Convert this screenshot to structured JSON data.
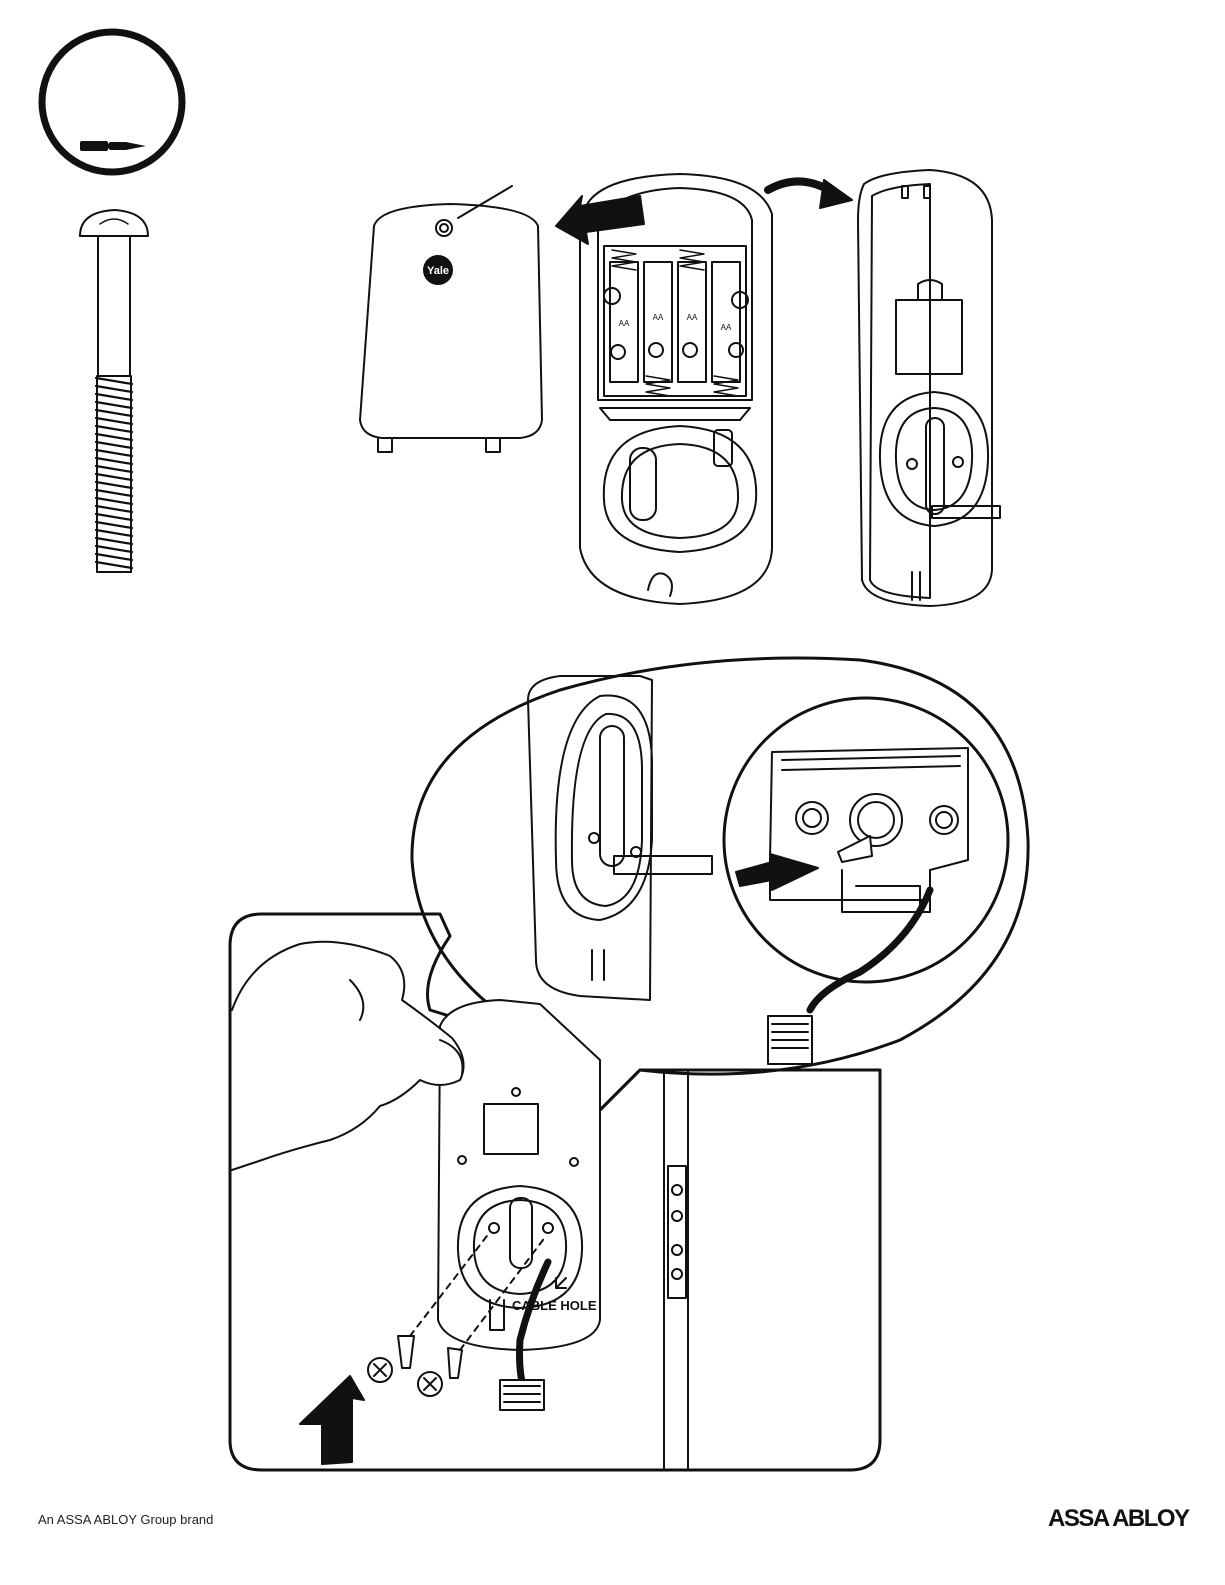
{
  "device": {
    "brand_mark": "Yale",
    "battery_label": "AA",
    "cable_label": "CABLE HOLE"
  },
  "footer": {
    "left_text": "An ASSA ABLOY Group brand",
    "right_text": "ASSA ABLOY"
  },
  "icons": {
    "tool": "screwdriver-icon",
    "screw": "screw-icon",
    "arrow": "arrow-icon"
  }
}
